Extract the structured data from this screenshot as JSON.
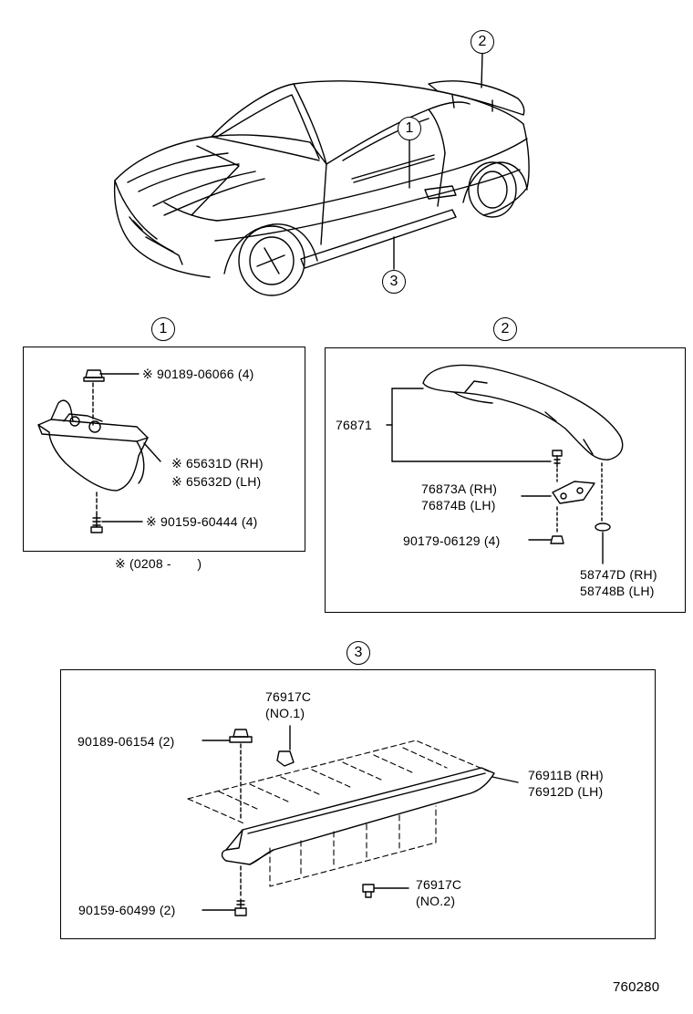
{
  "callouts": [
    "1",
    "2",
    "3"
  ],
  "section1": {
    "badge": "1",
    "part_a": "※ 90189-06066 (4)",
    "part_b_rh": "※ 65631D (RH)",
    "part_b_lh": "※ 65632D (LH)",
    "part_c": "※ 90159-60444 (4)",
    "footnote": "※ (0208 -       )"
  },
  "section2": {
    "badge": "2",
    "spoiler": "76871",
    "bracket_rh": "76873A (RH)",
    "bracket_lh": "76874B (LH)",
    "bolt": "90179-06129 (4)",
    "cap_rh": "58747D (RH)",
    "cap_lh": "58748B (LH)"
  },
  "section3": {
    "badge": "3",
    "clip1_part": "76917C",
    "clip1_note": "(NO.1)",
    "nut": "90189-06154 (2)",
    "skirt_rh": "76911B (RH)",
    "skirt_lh": "76912D (LH)",
    "clip2_part": "76917C",
    "clip2_note": "(NO.2)",
    "screw": "90159-60499 (2)"
  },
  "diagram_id": "760280"
}
